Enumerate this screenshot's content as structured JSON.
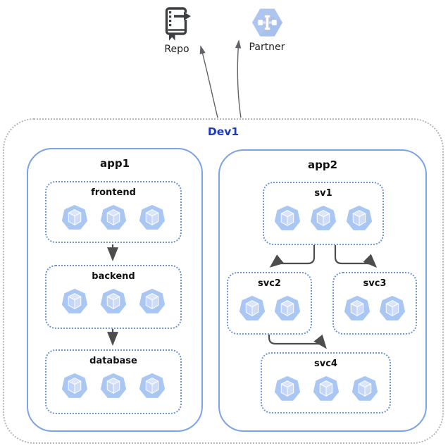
{
  "external": {
    "repo": {
      "label": "Repo",
      "icon": "repo-book-icon"
    },
    "partner": {
      "label": "Partner",
      "icon": "partner-hexagon-icon"
    }
  },
  "environment": {
    "label": "Dev1",
    "apps": [
      {
        "label": "app1",
        "services": [
          {
            "label": "frontend",
            "pods": 3
          },
          {
            "label": "backend",
            "pods": 3
          },
          {
            "label": "database",
            "pods": 3
          }
        ],
        "flows": [
          "frontend -> backend",
          "backend -> database"
        ]
      },
      {
        "label": "app2",
        "services": [
          {
            "label": "sv1",
            "pods": 3
          },
          {
            "label": "svc2",
            "pods": 2
          },
          {
            "label": "svc3",
            "pods": 2
          },
          {
            "label": "svc4",
            "pods": 3
          }
        ],
        "flows": [
          "sv1 -> svc2",
          "sv1 -> svc3",
          "svc2 -> svc4"
        ]
      }
    ],
    "external_flows": [
      "Dev1 -> Repo",
      "Dev1 -> Partner"
    ]
  },
  "colors": {
    "env_label": "#1c39c6",
    "env_border": "#b5b5b5",
    "app_border": "#7ba3e8",
    "service_border": "#6f94d8",
    "pod_fill": "#a9c7f2",
    "pod_cube_top": "#dbe5f9",
    "internal_arrow": "#4d4d4d",
    "external_arrow": "#5f6368",
    "partner_hex": "#aec5f0"
  }
}
